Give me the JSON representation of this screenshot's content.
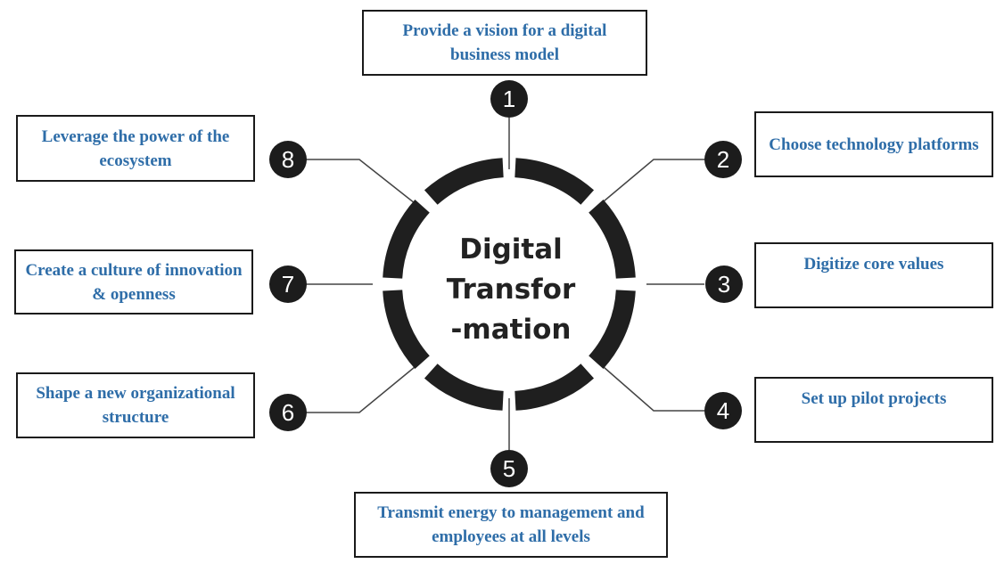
{
  "center": {
    "line1": "Digital",
    "line2": "Transfor",
    "line3": "-mation"
  },
  "steps": [
    {
      "number": "1",
      "text": "Provide a vision for a digital business model"
    },
    {
      "number": "2",
      "text": "Choose technology platforms"
    },
    {
      "number": "3",
      "text": "Digitize core values"
    },
    {
      "number": "4",
      "text": "Set up pilot projects"
    },
    {
      "number": "5",
      "text": "Transmit energy to management and employees at all levels"
    },
    {
      "number": "6",
      "text": "Shape a new organizational structure"
    },
    {
      "number": "7",
      "text": "Create a culture of innovation & openness"
    },
    {
      "number": "8",
      "text": "Leverage the power of the ecosystem"
    }
  ],
  "colors": {
    "label_text": "#2e6da8",
    "ring": "#1f1f1f",
    "badge": "#1c1c1c",
    "connector": "#444444"
  }
}
